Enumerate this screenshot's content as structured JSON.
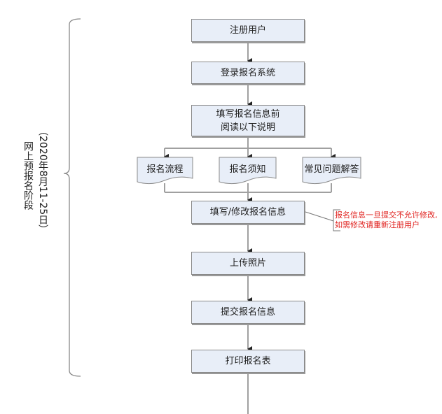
{
  "diagram": {
    "stage": {
      "title": "网上预报名阶段",
      "dates": "（2020年8月11-25日）"
    },
    "steps": [
      {
        "id": "register",
        "label": "注册用户"
      },
      {
        "id": "login",
        "label": "登录报名系统"
      },
      {
        "id": "read-before",
        "label_line1": "填写报名信息前",
        "label_line2": "阅读以下说明"
      },
      {
        "id": "fill-modify",
        "label": "填写/修改报名信息"
      },
      {
        "id": "upload-photo",
        "label": "上传照片"
      },
      {
        "id": "submit",
        "label": "提交报名信息"
      },
      {
        "id": "print",
        "label": "打印报名表"
      }
    ],
    "documents": [
      {
        "id": "process",
        "label": "报名流程"
      },
      {
        "id": "notice",
        "label": "报名须知"
      },
      {
        "id": "faq",
        "label": "常见问题解答"
      }
    ],
    "note": {
      "line1": "报名信息一旦提交不允许修改,",
      "line2": "如需修改请重新注册用户",
      "color": "#e0211e"
    },
    "colors": {
      "box_fill": "#e8eef8",
      "line": "#a0a0a0",
      "arrow": "#222222"
    }
  }
}
